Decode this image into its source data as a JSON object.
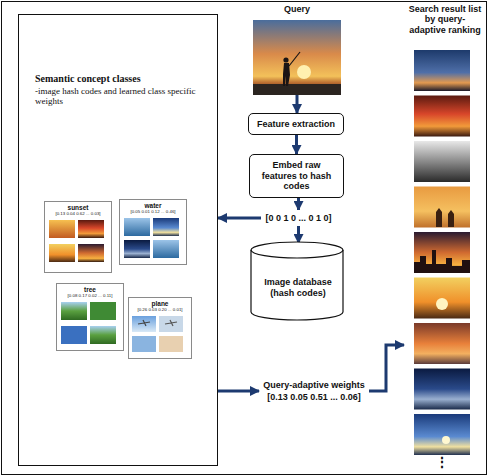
{
  "diagram": {
    "nodes": [
      {
        "text": [
          "Semantic concept classes",
          "-image hash codes and learned class specific weights"
        ]
      },
      {
        "text": [
          "sunset",
          "[0.13 0.04 0.62 ... 0.03]"
        ],
        "in": 0
      },
      {
        "text": [
          "water",
          "[0.05 0.01 0.12 ... 0.46]"
        ],
        "in": 0
      },
      {
        "text": [
          "tree",
          "[0.08 0.17 0.02 ... 0.11]"
        ],
        "in": 0
      },
      {
        "text": [
          "plane",
          "[0.26 0.03 0.20 ... 0.01]"
        ],
        "in": 0
      },
      {
        "text": [
          "Query"
        ]
      },
      {
        "text": [
          "Feature extraction"
        ]
      },
      {
        "text": [
          "Embed raw features to hash codes"
        ]
      },
      {
        "text": [
          "[0 0 1 0 ... 0 1 0]"
        ]
      },
      {
        "text": [
          "Image database (hash codes)"
        ]
      },
      {
        "text": [
          "Query-adaptive weights",
          "[0.13 0.05 0.51 ... 0.06]"
        ]
      },
      {
        "text": [
          "Search result list by query-adaptive ranking"
        ]
      }
    ],
    "edges": [
      {
        "from": 5,
        "to": 6,
        "arrow": "to"
      },
      {
        "from": 6,
        "to": 7,
        "arrow": "to"
      },
      {
        "from": 7,
        "to": 8,
        "arrow": "to"
      },
      {
        "from": 8,
        "to": 9,
        "arrow": "to"
      },
      {
        "from": 8,
        "to": 0,
        "arrow": "to"
      },
      {
        "from": 0,
        "to": 10,
        "arrow": "to"
      },
      {
        "from": 10,
        "to": 11,
        "arrow": "to"
      }
    ],
    "labels": [
      "⋮"
    ]
  }
}
